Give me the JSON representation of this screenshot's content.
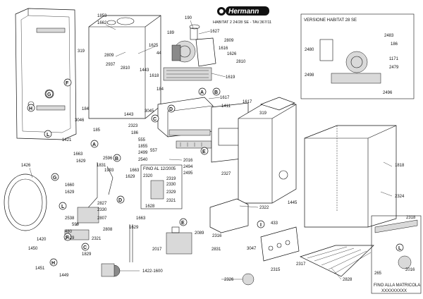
{
  "header": {
    "brand": "Hermann",
    "model_line_1": "HABITAT 2  24/28 SE - TAV.367/11"
  },
  "inset_version": {
    "title": "VERSIONE HABITAT 28 SE",
    "parts": [
      "2483",
      "186",
      "1171",
      "2480",
      "2479",
      "2498",
      "2496"
    ]
  },
  "inset_fino": {
    "title": "FINO AL 12/2005",
    "parts": [
      "2320",
      "2319",
      "2330",
      "2329",
      "2321",
      "1628"
    ]
  },
  "inset_matricola": {
    "title": "FINO ALLA MATRICOLA",
    "serial": "XXXXXXXXX",
    "parts": [
      "2318",
      "265",
      "2016"
    ],
    "callout": "L"
  },
  "callouts": [
    "A",
    "B",
    "C",
    "D",
    "E",
    "F",
    "G",
    "H",
    "I",
    "L"
  ],
  "parts": {
    "p1853": "1853",
    "p1662": "1662",
    "p190": "190",
    "p1627": "1627",
    "p189": "189",
    "p2809a": "2809",
    "p2809b": "2809",
    "p1625": "1625",
    "p44": "44",
    "p2937": "2937",
    "p2810a": "2810",
    "p1616": "1616",
    "p1626": "1626",
    "p2810b": "2810",
    "p319a": "319",
    "p1443a": "1443",
    "p1618": "1618",
    "p184a": "184",
    "p1619": "1619",
    "p1617a": "1617",
    "p1411": "1411",
    "p1617b": "1617",
    "p184b": "184",
    "p1443b": "1443",
    "p3045": "3045",
    "p185": "185",
    "p2323": "2323",
    "p186": "186",
    "p3046": "3046",
    "p1421": "1421",
    "p555": "555",
    "p1855": "1855",
    "p557": "557",
    "p2499": "2499",
    "p2540": "2540",
    "p2016": "2016",
    "p2494": "2494",
    "p2495": "2495",
    "p319b": "319",
    "p1663a": "1663",
    "p1629a": "1629",
    "p2596": "2596",
    "p1831": "1831",
    "p1993": "1993",
    "p1663b": "1663",
    "p1629b": "1629",
    "p2327": "2327",
    "p1818": "1818",
    "p1426": "1426",
    "p1660": "1660",
    "p1629c": "1629",
    "p2827": "2827",
    "p2330": "2330",
    "p2807": "2807",
    "p2538": "2538",
    "p599": "599",
    "p480": "480",
    "p1629d": "1629",
    "p2808": "2808",
    "p2321": "2321",
    "p1829": "1829",
    "p1445": "1445",
    "p2324": "2324",
    "p2322": "2322",
    "p1663c": "1663",
    "p1629e": "1629",
    "p1420": "1420",
    "p1450": "1450",
    "p1451": "1451",
    "p1449": "1449",
    "p1422_1600": "1422-1600",
    "p2017": "2017",
    "p2089": "2089",
    "p2316": "2316",
    "p433": "433",
    "p2831": "2831",
    "p3047": "3047",
    "p2315": "2315",
    "p2317": "2317",
    "p2326": "2326",
    "p2828": "2828"
  }
}
